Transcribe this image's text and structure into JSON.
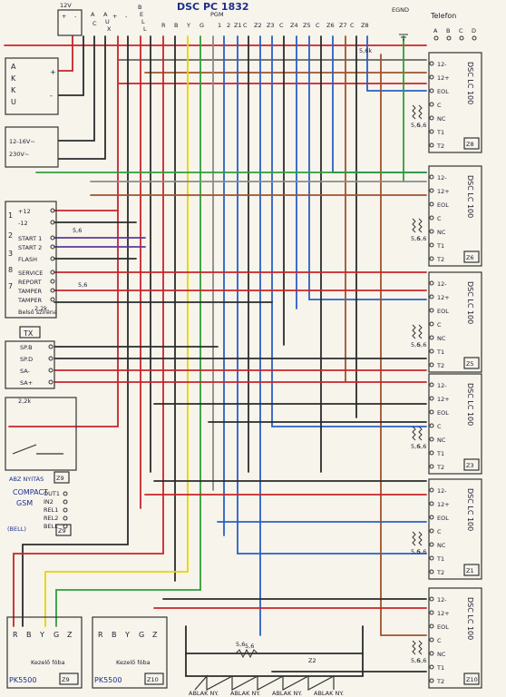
{
  "title": "DSC PC 1832",
  "top_terminals": [
    "12V",
    "+",
    "-",
    "A",
    "C",
    "A",
    "U",
    "X",
    "+",
    "-",
    "B",
    "E",
    "L",
    "L",
    "R",
    "B",
    "Y",
    "G",
    "PGM",
    "1",
    "2",
    "Z1",
    "C",
    "Z2",
    "Z3",
    "C",
    "Z4",
    "Z5",
    "C",
    "Z6",
    "Z7",
    "C",
    "Z8"
  ],
  "egnd_label": "EGND",
  "telefon": {
    "label": "Telefon",
    "terminals": [
      "A",
      "B",
      "C",
      "D"
    ]
  },
  "left_blocks": {
    "akku": {
      "letters": [
        "A",
        "K",
        "K",
        "U"
      ],
      "plus": "+",
      "minus": "-"
    },
    "transformer": {
      "line1": "12-16V~",
      "line2": "230V~"
    },
    "keypad_terms": [
      "+12",
      "-12",
      "START 1",
      "START 2",
      "FLASH",
      "SERVICE",
      "REPORT",
      "TAMPER",
      "TAMPER"
    ],
    "side_letters": [
      "1",
      "2",
      "3",
      "8",
      "7"
    ],
    "tx_label": "TX",
    "belso_label": "Belső sziréna",
    "siren_terms": [
      "SP.B",
      "SP.D",
      "SA-",
      "SA+"
    ],
    "resistor_labels": [
      "5,6",
      "2,2k",
      "5,6",
      "5,6"
    ],
    "abz_label": "ABZ NYITÁS",
    "abz_zone": "Z9",
    "gsm": {
      "line1": "COMPACT",
      "line2": "GSM",
      "terms": [
        "OUT1",
        "IN2",
        "REL1",
        "REL2",
        "BELL"
      ],
      "note": "(BELL)",
      "zone": "Z9"
    }
  },
  "detectors": [
    {
      "label": "DSC LC 100",
      "zone": "Z8",
      "terms": [
        "12-",
        "12+",
        "EOL",
        "C",
        "NC",
        "T1",
        "T2"
      ],
      "resistors": [
        "5,6",
        "5,6"
      ]
    },
    {
      "label": "DSC LC 100",
      "zone": "Z6",
      "terms": [
        "12-",
        "12+",
        "EOL",
        "C",
        "NC",
        "T1",
        "T2"
      ],
      "resistors": [
        "5,6",
        "5,6"
      ]
    },
    {
      "label": "DSC LC 100",
      "zone": "Z5",
      "terms": [
        "12-",
        "12+",
        "EOL",
        "C",
        "NC",
        "T1",
        "T2"
      ],
      "resistors": [
        "5,6",
        "5,6"
      ]
    },
    {
      "label": "DSC LC 100",
      "zone": "Z3",
      "terms": [
        "12-",
        "12+",
        "EOL",
        "C",
        "NC",
        "T1",
        "T2"
      ],
      "resistors": [
        "5,6",
        "5,6"
      ]
    },
    {
      "label": "DSC LC 100",
      "zone": "Z1",
      "terms": [
        "12-",
        "12+",
        "EOL",
        "C",
        "NC",
        "T1",
        "T2"
      ],
      "resistors": [
        "5,6",
        "5,6"
      ]
    },
    {
      "label": "DSC LC 100",
      "zone": "Z10",
      "terms": [
        "12-",
        "12+",
        "EOL",
        "C",
        "NC",
        "T1",
        "T2"
      ],
      "resistors": [
        "5,6",
        "5,6"
      ]
    }
  ],
  "keypads": [
    {
      "model": "PK5500",
      "zone": "Z9",
      "terms": [
        "R",
        "B",
        "Y",
        "G",
        "Z"
      ],
      "caption": "Kezelő fóba"
    },
    {
      "model": "PK5500",
      "zone": "Z10",
      "terms": [
        "R",
        "B",
        "Y",
        "G",
        "Z"
      ],
      "caption": "Kezelő fóba"
    }
  ],
  "windows": {
    "labels": [
      "ABLAK NY.",
      "ABLAK NY.",
      "ABLAK NY.",
      "ABLAK NY."
    ],
    "resistor": "5,6",
    "zone": "Z2"
  },
  "misc": {
    "res_22k": "2,2k",
    "cap": "5,6k"
  },
  "colors": {
    "red": "#c8242a",
    "black": "#2b2b2b",
    "yellow": "#e8d400",
    "green": "#2f9e3a",
    "blue": "#2a5fc4",
    "brown": "#a0522d",
    "orange": "#d9561e",
    "purple": "#5b3a9e",
    "gray": "#8a8a8a",
    "navy": "#1d2f8a"
  }
}
